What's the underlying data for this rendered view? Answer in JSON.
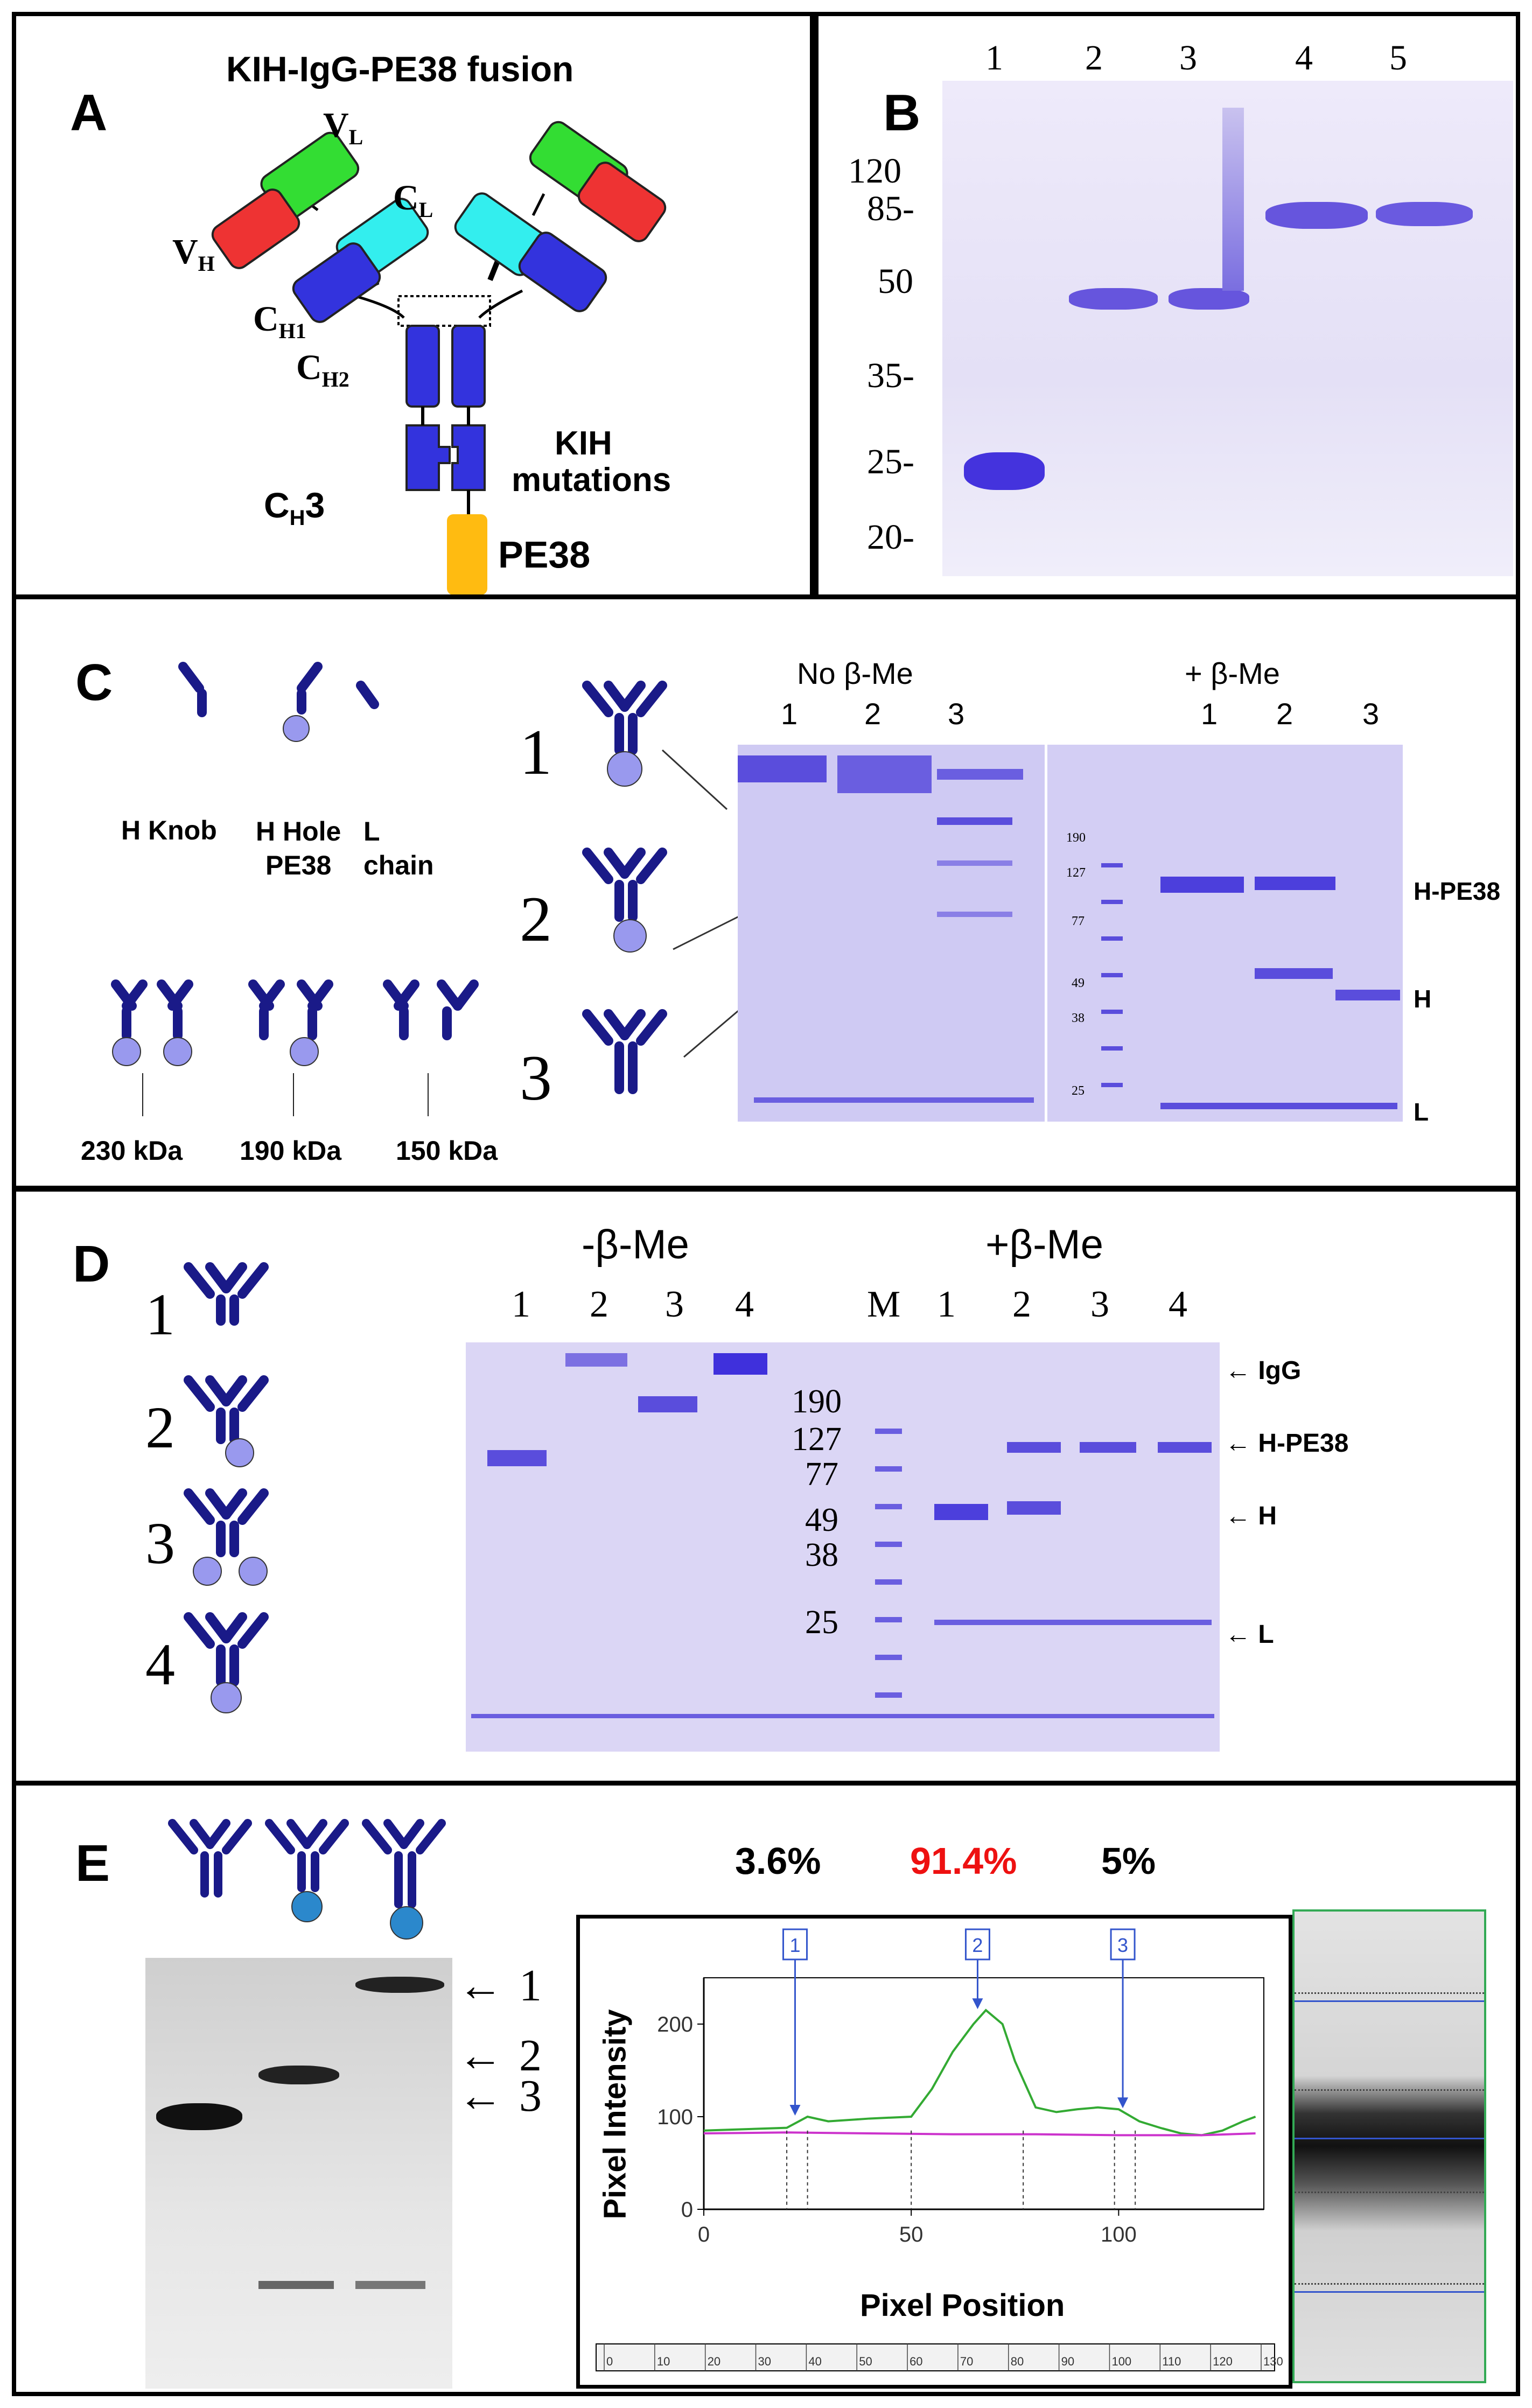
{
  "panelA": {
    "letter": "A",
    "title": "KIH-IgG-PE38 fusion",
    "domains": {
      "vl": "V",
      "vl_sub": "L",
      "cl": "C",
      "cl_sub": "L",
      "vh": "V",
      "vh_sub": "H",
      "ch1": "C",
      "ch1_sub": "H1",
      "ch2": "C",
      "ch2_sub": "H2",
      "ch3": "C",
      "ch3_sub": "H",
      "ch3_suffix": "3",
      "kih_line1": "KIH",
      "kih_line2": "mutations",
      "pe38": "PE38"
    },
    "colors": {
      "vl": "#33dd33",
      "cl": "#33eeee",
      "vh": "#ee3333",
      "constant": "#3333dd",
      "pe38": "#ffbb11"
    }
  },
  "panelB": {
    "letter": "B",
    "lanes": [
      "1",
      "2",
      "3",
      "4",
      "5"
    ],
    "markers": [
      "120",
      "85-",
      "50",
      "35-",
      "25-",
      "20-"
    ]
  },
  "panelC": {
    "letter": "C",
    "chain_labels": {
      "h_knob": "H Knob",
      "h_hole_line1": "H Hole",
      "h_hole_line2": "PE38",
      "l_line1": "L",
      "l_line2": "chain"
    },
    "sizes": [
      "230 kDa",
      "190 kDa",
      "150 kDa"
    ],
    "species": [
      "1",
      "2",
      "3"
    ],
    "no_bme": "No β-Me",
    "plus_bme": "+ β-Me",
    "lanes_left": [
      "1",
      "2",
      "3"
    ],
    "lanes_right": [
      "1",
      "2",
      "3"
    ],
    "markers": [
      "190",
      "127",
      "77",
      "49",
      "38",
      "25"
    ],
    "bands": [
      "H-PE38",
      "H",
      "L"
    ]
  },
  "panelD": {
    "letter": "D",
    "species": [
      "1",
      "2",
      "3",
      "4"
    ],
    "minus_bme": "-β-Me",
    "plus_bme": "+β-Me",
    "lanes_left": [
      "1",
      "2",
      "3",
      "4"
    ],
    "lanes_right": [
      "M",
      "1",
      "2",
      "3",
      "4"
    ],
    "markers": [
      "190",
      "127",
      "77",
      "49",
      "38",
      "25"
    ],
    "bands": [
      "IgG",
      "H-PE38",
      "H",
      "L"
    ]
  },
  "panelE": {
    "letter": "E",
    "arrows": [
      "1",
      "2",
      "3"
    ],
    "percentages": [
      {
        "value": "3.6%",
        "color": "#000000"
      },
      {
        "value": "91.4%",
        "color": "#ee1111"
      },
      {
        "value": "5%",
        "color": "#000000"
      }
    ],
    "densitometry": {
      "xlabel": "Pixel Position",
      "ylabel": "Pixel Intensity",
      "x_ticks": [
        "0",
        "50",
        "100"
      ],
      "y_ticks": [
        "0",
        "100",
        "200"
      ],
      "peak_labels": [
        "1",
        "2",
        "3"
      ],
      "ruler_ticks": [
        "0",
        "10",
        "20",
        "30",
        "40",
        "50",
        "60",
        "70",
        "80",
        "90",
        "100",
        "110",
        "120",
        "130"
      ]
    }
  },
  "chart_data": {
    "type": "line",
    "xlabel": "Pixel Position",
    "ylabel": "Pixel Intensity",
    "xlim": [
      0,
      135
    ],
    "ylim": [
      0,
      250
    ],
    "series": [
      {
        "x": [
          0,
          20,
          25,
          30,
          40,
          50,
          55,
          60,
          65,
          68,
          72,
          75,
          80,
          85,
          90,
          95,
          100,
          105,
          110,
          115,
          120,
          125,
          130,
          133
        ],
        "y": [
          85,
          88,
          100,
          95,
          98,
          100,
          130,
          170,
          200,
          215,
          200,
          160,
          110,
          105,
          108,
          110,
          108,
          95,
          88,
          82,
          80,
          85,
          95,
          100
        ],
        "color": "#33aa33"
      },
      {
        "x": [
          0,
          20,
          40,
          60,
          80,
          100,
          120,
          133
        ],
        "y": [
          82,
          83,
          82,
          81,
          81,
          80,
          80,
          82
        ],
        "color": "#cc33cc"
      }
    ],
    "peaks": [
      22,
      66,
      101
    ]
  }
}
